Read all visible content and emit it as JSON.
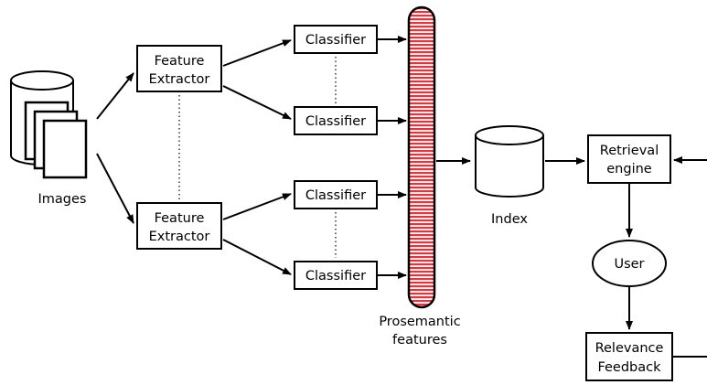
{
  "labels": {
    "images": "Images",
    "feature_extractor_top": [
      "Feature",
      "Extractor"
    ],
    "feature_extractor_bottom": [
      "Feature",
      "Extractor"
    ],
    "classifier_1": "Classifier",
    "classifier_2": "Classifier",
    "classifier_3": "Classifier",
    "classifier_4": "Classifier",
    "prosemantic_features": [
      "Prosemantic",
      "features"
    ],
    "index": "Index",
    "retrieval_engine": [
      "Retrieval",
      "engine"
    ],
    "user": "User",
    "relevance_feedback": [
      "Relevance",
      "Feedback"
    ]
  },
  "colors": {
    "stroke": "#000000",
    "prosemantic_fill": "#e8323a",
    "background": "#ffffff"
  }
}
